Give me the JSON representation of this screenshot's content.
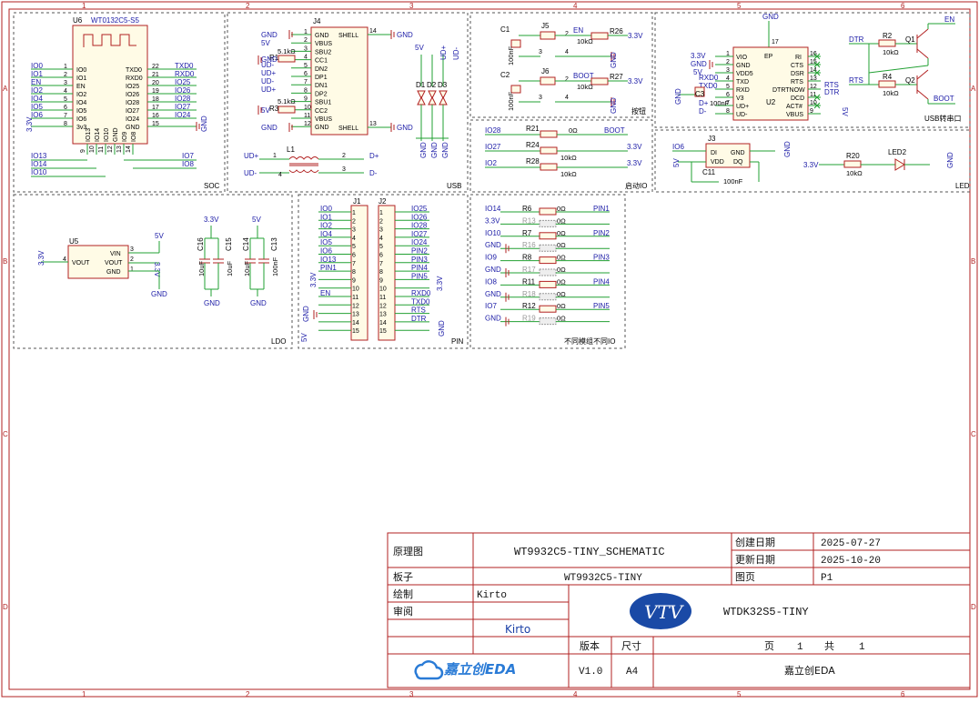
{
  "frame": {
    "columns": [
      "1",
      "2",
      "3",
      "4",
      "5",
      "6"
    ],
    "rows": [
      "A",
      "B",
      "C",
      "D"
    ]
  },
  "blocks": {
    "soc": "SOC",
    "usb": "USB",
    "button": "按钮",
    "usb_serial": "USB转串口",
    "boot_io": "启动IO",
    "led": "LED",
    "ldo": "LDO",
    "pin": "PIN",
    "diff_io": "不同模组不同IO"
  },
  "soc": {
    "ref": "U6",
    "part": "WT0132C5-S5",
    "left_pins": [
      {
        "num": "1",
        "name": "IO0",
        "net": "IO0"
      },
      {
        "num": "2",
        "name": "IO1",
        "net": "IO1"
      },
      {
        "num": "3",
        "name": "EN",
        "net": "EN"
      },
      {
        "num": "4",
        "name": "IO2",
        "net": "IO2"
      },
      {
        "num": "5",
        "name": "IO4",
        "net": "IO4"
      },
      {
        "num": "6",
        "name": "IO5",
        "net": "IO5"
      },
      {
        "num": "7",
        "name": "IO6",
        "net": "IO6"
      },
      {
        "num": "8",
        "name": "3v3",
        "net": "3.3V"
      }
    ],
    "right_pins": [
      {
        "num": "22",
        "name": "TXD0",
        "net": "TXD0"
      },
      {
        "num": "21",
        "name": "RXD0",
        "net": "RXD0"
      },
      {
        "num": "20",
        "name": "IO25",
        "net": "IO25"
      },
      {
        "num": "19",
        "name": "IO26",
        "net": "IO26"
      },
      {
        "num": "18",
        "name": "IO28",
        "net": "IO28"
      },
      {
        "num": "17",
        "name": "IO27",
        "net": "IO27"
      },
      {
        "num": "16",
        "name": "IO24",
        "net": "IO24"
      },
      {
        "num": "15",
        "name": "GND",
        "net": "GND"
      }
    ],
    "bottom_pins": [
      {
        "num": "9",
        "name": "IO13"
      },
      {
        "num": "10",
        "name": "IO14"
      },
      {
        "num": "11",
        "name": "IO10"
      },
      {
        "num": "12",
        "name": "GND"
      },
      {
        "num": "13",
        "name": "IO9"
      },
      {
        "num": "14",
        "name": "IO8"
      }
    ],
    "bottom_nets": [
      "IO13",
      "IO14",
      "IO10",
      "IO7",
      "IO8"
    ]
  },
  "usb": {
    "ref": "J4",
    "pins_left": [
      "GND",
      "VBUS",
      "SBU2",
      "CC1",
      "DN2",
      "DP1",
      "DN1",
      "DP2",
      "SBU1",
      "CC2",
      "VBUS",
      "GND"
    ],
    "pin_nums": [
      "1",
      "2",
      "3",
      "4",
      "5",
      "6",
      "7",
      "8",
      "9",
      "10",
      "11",
      "12"
    ],
    "shell": "SHELL",
    "shell_top_num": "14",
    "shell_bot_num": "13",
    "r1": {
      "ref": "R1",
      "val": "5.1kΩ"
    },
    "r3": {
      "ref": "R3",
      "val": "5.1kΩ"
    },
    "nets_left": [
      "GND",
      "5V",
      "GND",
      "UD-",
      "UD+",
      "UD-",
      "UD+",
      "5V",
      "GND"
    ],
    "diodes": [
      "D1",
      "D2",
      "D3"
    ],
    "diode_nets": [
      "5V",
      "UD+",
      "UD-"
    ],
    "l1": {
      "ref": "L1",
      "pins": [
        "1",
        "2",
        "3",
        "4"
      ],
      "left": [
        "UD+",
        "UD-"
      ],
      "right": [
        "D+",
        "D-"
      ]
    },
    "gnd": "GND"
  },
  "button": {
    "j5": {
      "ref": "J5",
      "cap": "C1",
      "cap_val": "100nF",
      "res": "R26",
      "res_val": "10kΩ",
      "net": "EN",
      "pull": "3.3V"
    },
    "j6": {
      "ref": "J6",
      "cap": "C2",
      "cap_val": "100nF",
      "res": "R27",
      "res_val": "10kΩ",
      "net": "BOOT",
      "pull": "3.3V"
    },
    "pins": [
      "1",
      "2",
      "3",
      "4"
    ]
  },
  "usb_serial": {
    "ref": "U2",
    "left_pins": [
      "VIO",
      "GND",
      "VDD5",
      "TXD",
      "RXD",
      "V3",
      "UD+",
      "UD-"
    ],
    "right_pins": [
      "RI",
      "CTS",
      "DSR",
      "RTS",
      "DTRTNOW",
      "DCD",
      "ACT#",
      "VBUS"
    ],
    "left_nums": [
      "1",
      "2",
      "3",
      "4",
      "5",
      "6",
      "7",
      "8"
    ],
    "right_nums": [
      "16",
      "15",
      "14",
      "13",
      "12",
      "11",
      "10",
      "9"
    ],
    "ep": "EP",
    "ep_num": "17",
    "left_nets": [
      "3.3V",
      "GND",
      "5V",
      "RXD0",
      "TXD0",
      "D+",
      "D-"
    ],
    "c3": {
      "ref": "C3",
      "val": "100nF"
    },
    "right_nets": [
      "RTS",
      "DTR"
    ],
    "q1": {
      "ref": "Q1",
      "res": "R2",
      "res_val": "10kΩ",
      "in": "DTR",
      "out": "EN"
    },
    "q2": {
      "ref": "Q2",
      "res": "R4",
      "res_val": "10kΩ",
      "in": "RTS",
      "out": "BOOT"
    },
    "gnd": "GND",
    "vbus": "5V"
  },
  "boot_io": {
    "rows": [
      {
        "net": "IO28",
        "res": "R21",
        "val": "0Ω",
        "target": "BOOT"
      },
      {
        "net": "IO27",
        "res": "R24",
        "val": "10kΩ",
        "target": "3.3V"
      },
      {
        "net": "IO2",
        "res": "R28",
        "val": "10kΩ",
        "target": "3.3V"
      }
    ]
  },
  "led": {
    "ref": "J3",
    "pins_left": [
      "DI",
      "VDD"
    ],
    "pins_right": [
      "GND",
      "DQ"
    ],
    "nums": [
      "1",
      "2",
      "3",
      "4"
    ],
    "in_net": "IO6",
    "vdd": "5V",
    "cap": "C11",
    "cap_val": "100nF",
    "res": "R20",
    "res_val": "10kΩ",
    "led_ref": "LED2",
    "supply": "3.3V",
    "gnd": "GND"
  },
  "ldo": {
    "ref": "U5",
    "pins_right": [
      "VIN",
      "VOUT",
      "GND"
    ],
    "pin_left": "VOUT",
    "nums": [
      "3",
      "2",
      "1",
      "4"
    ],
    "in": "5V",
    "out": "3.3V",
    "gnd": "GND",
    "caps": [
      {
        "ref": "C16",
        "val": "10uF"
      },
      {
        "ref": "C15",
        "val": "10uF"
      },
      {
        "ref": "C14",
        "val": "10uF"
      },
      {
        "ref": "C13",
        "val": "100nF"
      }
    ],
    "cap_nets": [
      "3.3V",
      "5V"
    ]
  },
  "pin_hdr": {
    "j1": {
      "ref": "J1",
      "nets": [
        "IO0",
        "IO1",
        "IO2",
        "IO4",
        "IO5",
        "IO6",
        "IO13",
        "PIN1",
        "3.3V",
        "",
        "EN",
        "GND",
        "",
        "",
        "5V"
      ]
    },
    "j2": {
      "ref": "J2",
      "nets": [
        "IO25",
        "IO26",
        "IO28",
        "IO27",
        "IO24",
        "PIN2",
        "PIN3",
        "PIN4",
        "PIN5",
        "3.3V",
        "RXD0",
        "TXD0",
        "RTS",
        "DTR",
        "GND"
      ]
    },
    "nums": [
      "1",
      "2",
      "3",
      "4",
      "5",
      "6",
      "7",
      "8",
      "9",
      "10",
      "11",
      "12",
      "13",
      "14",
      "15"
    ]
  },
  "diff_io": {
    "rows": [
      {
        "left": "IO14",
        "res": "R6",
        "val": "0Ω",
        "pin": "PIN1",
        "dnp": false
      },
      {
        "left": "3.3V",
        "res": "R13",
        "val": "0Ω",
        "pin": "PIN1",
        "dnp": true
      },
      {
        "left": "IO10",
        "res": "R7",
        "val": "0Ω",
        "pin": "PIN2",
        "dnp": false
      },
      {
        "left": "GND",
        "res": "R16",
        "val": "0Ω",
        "pin": "PIN2",
        "dnp": true
      },
      {
        "left": "IO9",
        "res": "R8",
        "val": "0Ω",
        "pin": "PIN3",
        "dnp": false
      },
      {
        "left": "GND",
        "res": "R17",
        "val": "0Ω",
        "pin": "PIN3",
        "dnp": true
      },
      {
        "left": "IO8",
        "res": "R11",
        "val": "0Ω",
        "pin": "PIN4",
        "dnp": false
      },
      {
        "left": "GND",
        "res": "R18",
        "val": "0Ω",
        "pin": "PIN4",
        "dnp": true
      },
      {
        "left": "IO7",
        "res": "R12",
        "val": "0Ω",
        "pin": "PIN5",
        "dnp": false
      },
      {
        "left": "GND",
        "res": "R19",
        "val": "0Ω",
        "pin": "PIN5",
        "dnp": true
      }
    ]
  },
  "title_block": {
    "label_schematic": "原理图",
    "schematic_name": "WT9932C5-TINY_SCHEMATIC",
    "label_created": "创建日期",
    "created": "2025-07-27",
    "label_updated": "更新日期",
    "updated": "2025-10-20",
    "label_board": "板子",
    "board": "WT9932C5-TINY",
    "label_page": "图页",
    "page": "P1",
    "label_drawn": "绘制",
    "drawn": "Kirto",
    "label_review": "审阅",
    "reviewer_sig": "Kirto",
    "project": "WTDK32S5-TINY",
    "label_version": "版本",
    "label_size": "尺寸",
    "version": "V1.0",
    "size": "A4",
    "page_word": "页",
    "page_num": "1",
    "total_word": "共",
    "total": "1",
    "brand": "嘉立创EDA",
    "footer_brand": "嘉立创EDA",
    "logo_text": "VTV"
  }
}
